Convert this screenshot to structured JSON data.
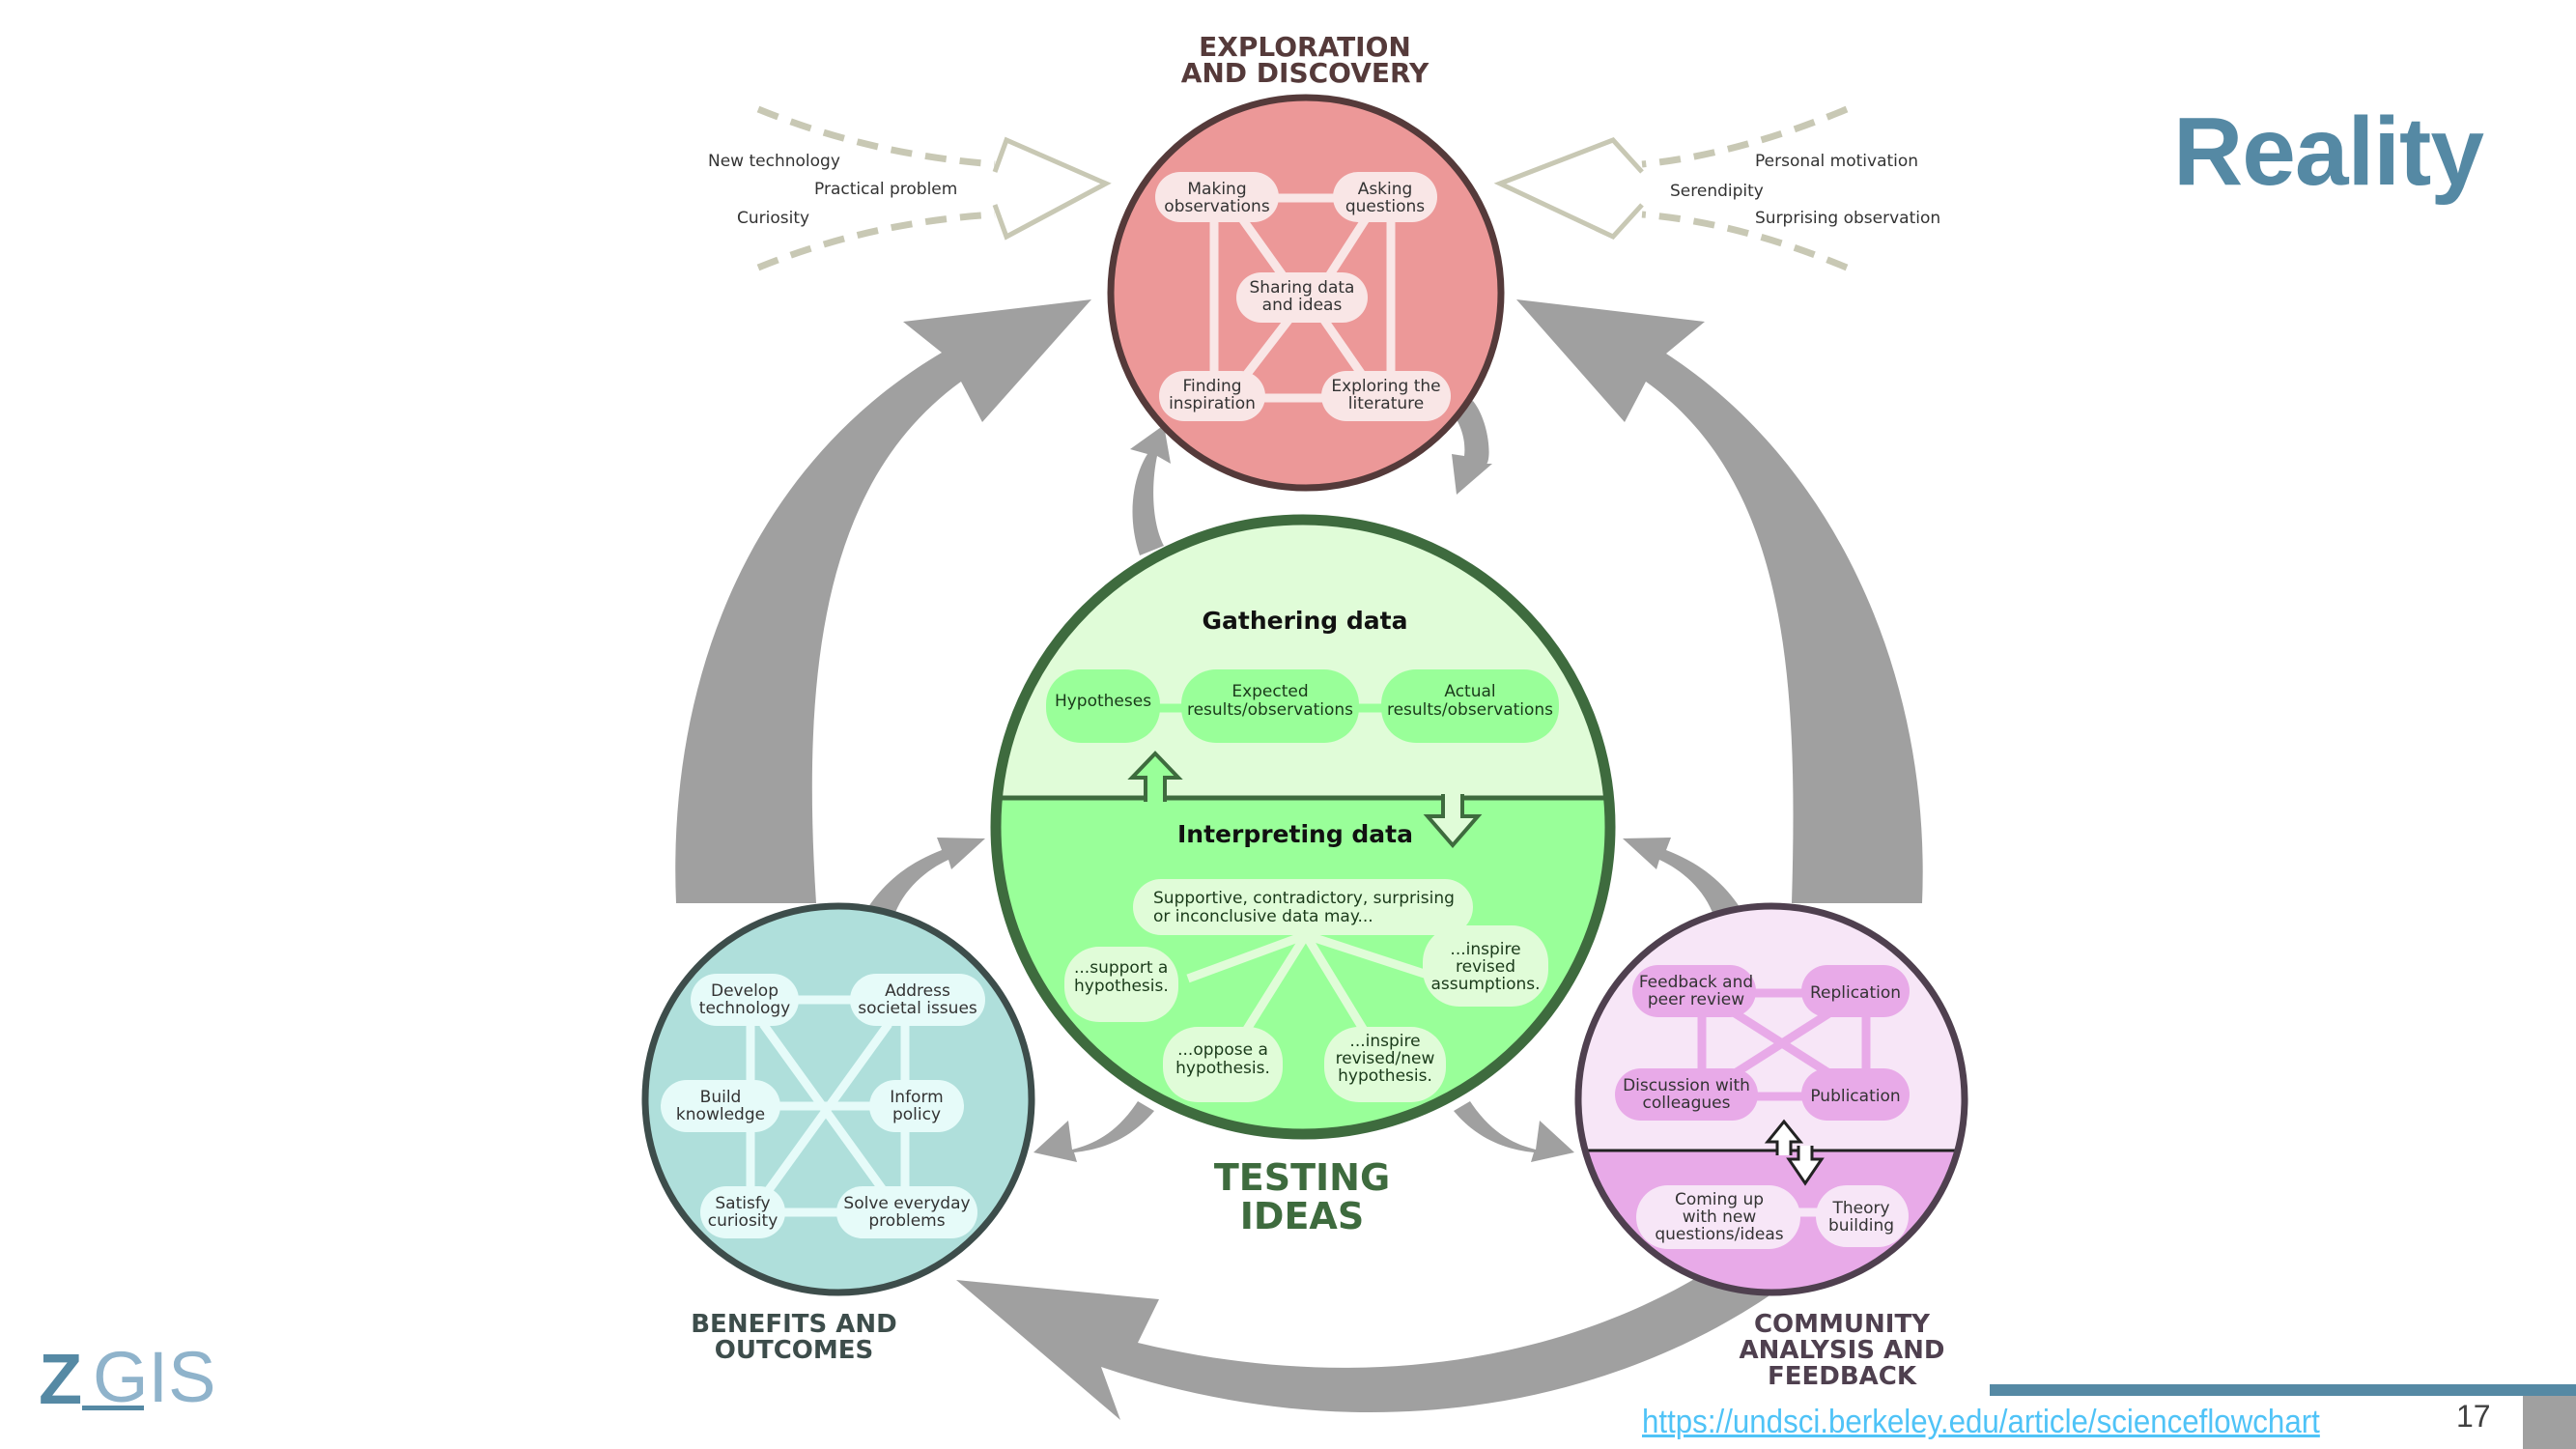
{
  "slide": {
    "title": "Reality",
    "page_number": "17",
    "source_link": "https://undsci.berkeley.edu/article/scienceflowchart",
    "logo": {
      "z": "Z",
      "gis": "GIS"
    },
    "colors": {
      "accent": "#5589a4",
      "link": "#4fc3f7",
      "arrow_gray": "#a0a0a0"
    }
  },
  "diagram": {
    "influences_left": [
      "New technology",
      "Practical problem",
      "Curiosity"
    ],
    "influences_right": [
      "Personal motivation",
      "Serendipity",
      "Surprising observation"
    ],
    "exploration": {
      "title_lines": [
        "EXPLORATION",
        "AND DISCOVERY"
      ],
      "colors": {
        "fill": "#ec9898",
        "stroke": "#553a3a",
        "node": "#f9e6e6",
        "title": "#553a3a"
      },
      "nodes": [
        [
          "Making",
          "observations"
        ],
        [
          "Asking",
          "questions"
        ],
        [
          "Sharing data",
          "and ideas"
        ],
        [
          "Finding",
          "inspiration"
        ],
        [
          "Exploring the",
          "literature"
        ]
      ]
    },
    "testing": {
      "title_lines": [
        "TESTING",
        "IDEAS"
      ],
      "colors": {
        "top_fill": "#e0fcd8",
        "bottom_fill": "#99ff99",
        "stroke": "#3e6b3e",
        "node_top": "#99ff99",
        "node_bottom": "#e0fcd8",
        "title": "#3e6b3e"
      },
      "gathering": {
        "heading": "Gathering data",
        "nodes": [
          [
            "Hypotheses"
          ],
          [
            "Expected",
            "results/observations"
          ],
          [
            "Actual",
            "results/observations"
          ]
        ]
      },
      "interpreting": {
        "heading": "Interpreting data",
        "hub": [
          "Supportive, contradictory, surprising",
          "or inconclusive data may..."
        ],
        "outcomes": [
          [
            "...support a",
            "hypothesis."
          ],
          [
            "...oppose a",
            "hypothesis."
          ],
          [
            "...inspire",
            "revised/new",
            "hypothesis."
          ],
          [
            "...inspire",
            "revised",
            "assumptions."
          ]
        ]
      }
    },
    "benefits": {
      "title_lines": [
        "BENEFITS AND",
        "OUTCOMES"
      ],
      "colors": {
        "fill": "#afdfdb",
        "stroke": "#3d4d4b",
        "node": "#e6fbf9",
        "title": "#3d4d4b"
      },
      "nodes": [
        [
          "Develop",
          "technology"
        ],
        [
          "Address",
          "societal issues"
        ],
        [
          "Build",
          "knowledge"
        ],
        [
          "Inform",
          "policy"
        ],
        [
          "Satisfy",
          "curiosity"
        ],
        [
          "Solve everyday",
          "problems"
        ]
      ]
    },
    "community": {
      "title_lines": [
        "COMMUNITY",
        "ANALYSIS AND",
        "FEEDBACK"
      ],
      "colors": {
        "top_fill": "#f7e6f7",
        "bottom_fill": "#e8aae8",
        "stroke": "#4f404f",
        "node_top": "#e8aae8",
        "node_bottom": "#f7e6f7",
        "title": "#4f404f"
      },
      "nodes_top": [
        [
          "Feedback and",
          "peer review"
        ],
        [
          "Replication"
        ],
        [
          "Discussion with",
          "colleagues"
        ],
        [
          "Publication"
        ]
      ],
      "nodes_bottom": [
        [
          "Coming up",
          "with new",
          "questions/ideas"
        ],
        [
          "Theory",
          "building"
        ]
      ]
    }
  }
}
